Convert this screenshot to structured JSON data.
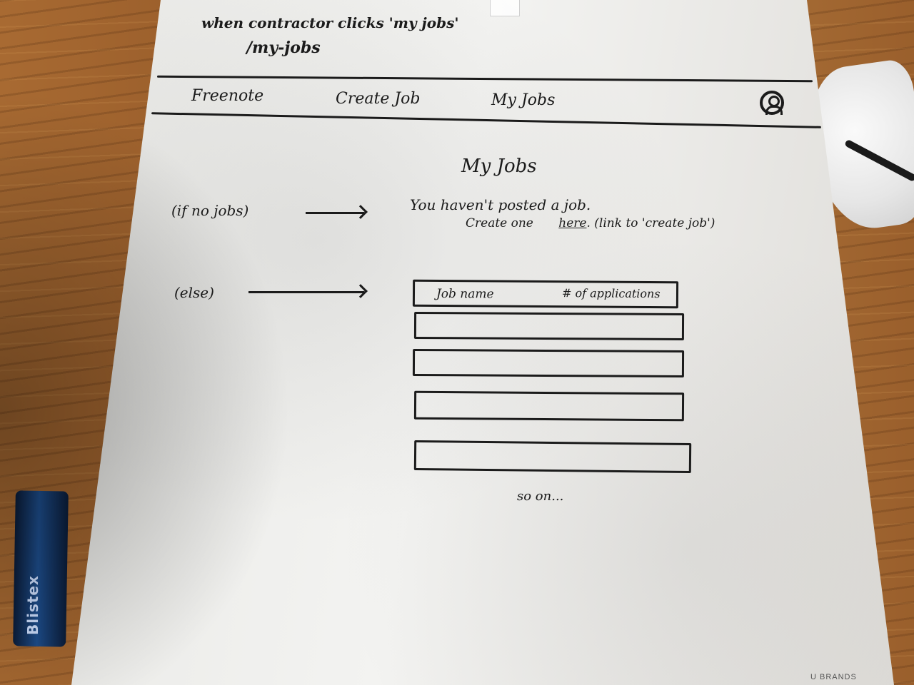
{
  "note": {
    "line1": "when contractor clicks 'my jobs'",
    "line2": "/my-jobs"
  },
  "nav": {
    "brand": "Freenote",
    "create_job": "Create Job",
    "my_jobs": "My Jobs",
    "avatar_icon": "user-avatar-icon"
  },
  "page": {
    "title": "My Jobs"
  },
  "empty_state": {
    "condition": "(if no jobs)",
    "message_line1": "You haven't posted a job.",
    "message_prefix": "Create one",
    "link_text": "here",
    "link_note": ". (link to 'create job')"
  },
  "else_state": {
    "condition": "(else)",
    "columns": [
      "Job name",
      "# of applications"
    ],
    "rows": [
      "",
      "",
      "",
      ""
    ],
    "more": "so on..."
  },
  "board_brand": "U BRANDS",
  "battery_label": "Blistex"
}
